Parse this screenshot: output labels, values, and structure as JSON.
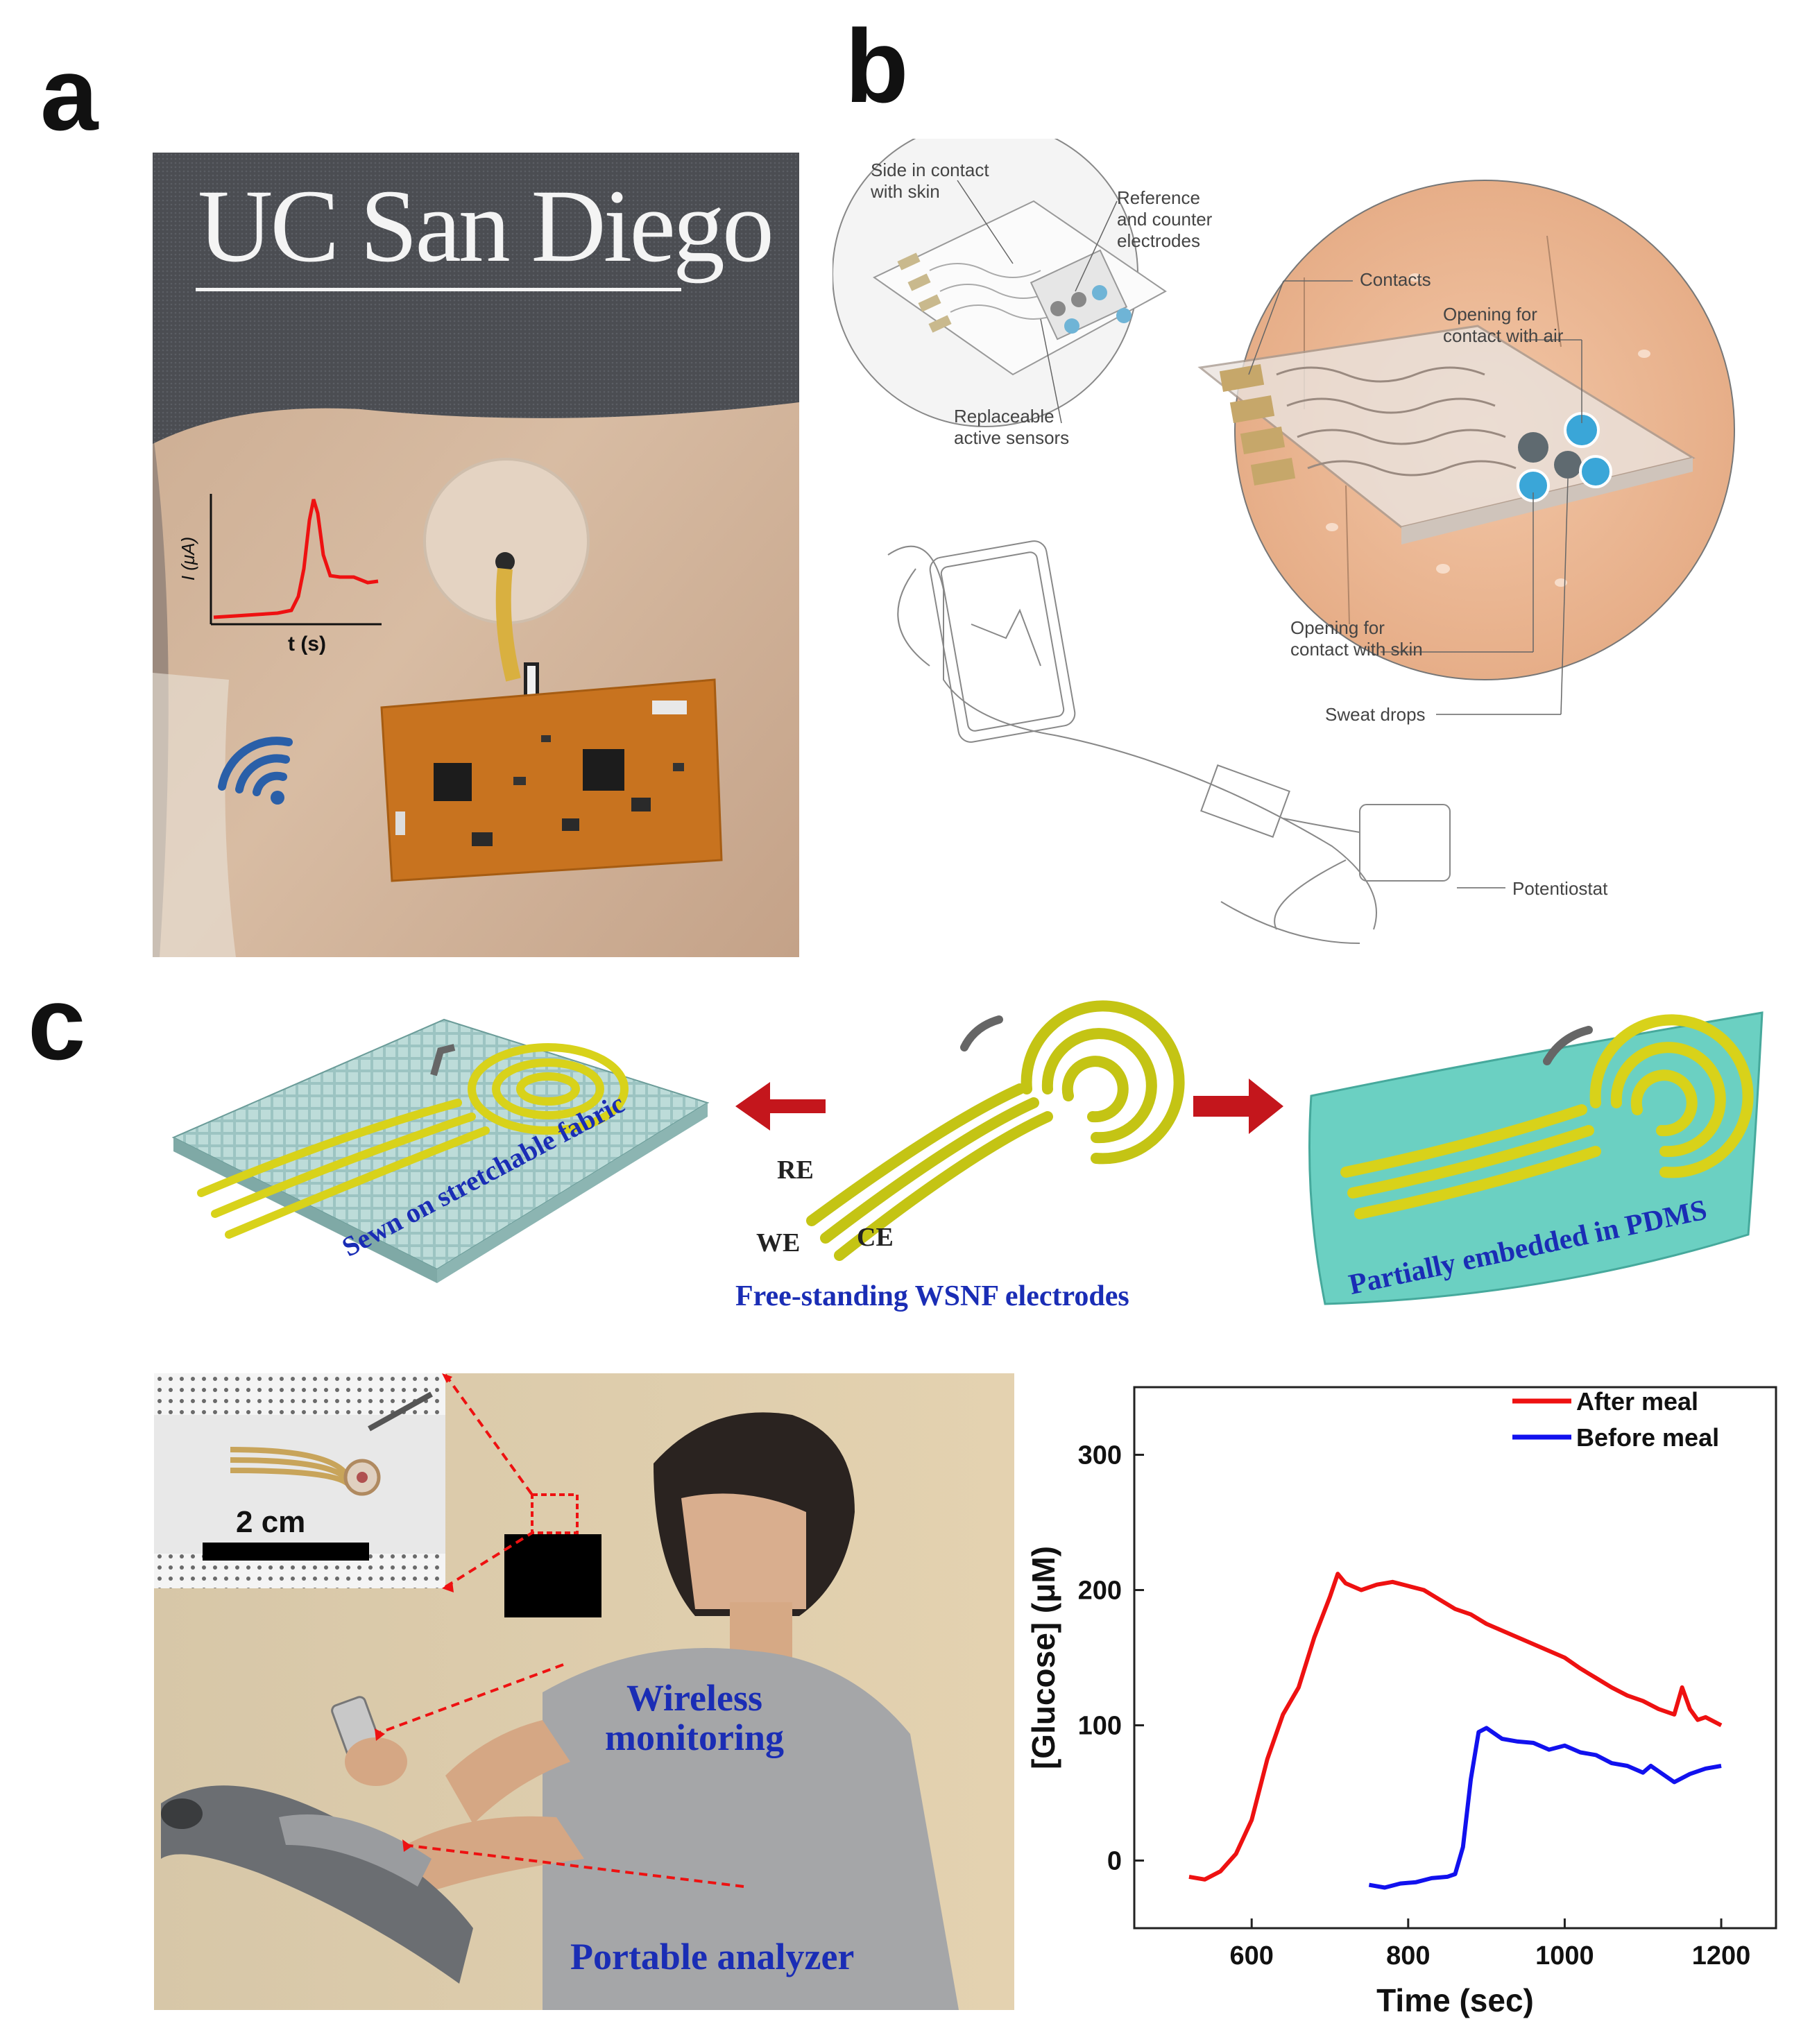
{
  "panel_labels": {
    "a": "a",
    "b": "b",
    "c": "c"
  },
  "panel_a": {
    "logo_text": "UC San Diego",
    "inset_axis_y": "I (μA)",
    "inset_axis_x": "t (s)"
  },
  "panel_b": {
    "callouts": {
      "side_contact": [
        "Side in contact",
        "with skin"
      ],
      "ref_counter": [
        "Reference",
        "and counter",
        "electrodes"
      ],
      "replaceable": [
        "Replaceable",
        "active sensors"
      ],
      "contacts": "Contacts",
      "opening_air": [
        "Opening for",
        "contact with air"
      ],
      "opening_skin": [
        "Opening for",
        "contact with skin"
      ],
      "sweat_drops": "Sweat drops",
      "potentiostat": "Potentiostat"
    }
  },
  "panel_c": {
    "fabric_label": "Sewn on stretchable fabric",
    "pdms_label": "Partially embedded in PDMS",
    "free_standing_label": "Free-standing WSNF electrodes",
    "electrode_labels": {
      "re": "RE",
      "we": "WE",
      "ce": "CE"
    },
    "photo": {
      "scale_bar": "2 cm",
      "wireless": [
        "Wireless",
        "monitoring"
      ],
      "analyzer": "Portable analyzer"
    }
  },
  "chart_data": {
    "type": "line",
    "xlabel": "Time (sec)",
    "ylabel": "[Glucose] (μM)",
    "xlim": [
      450,
      1270
    ],
    "ylim": [
      -50,
      350
    ],
    "xticks": [
      600,
      800,
      1000,
      1200
    ],
    "yticks": [
      0,
      100,
      200,
      300
    ],
    "legend_position": "top-right",
    "series": [
      {
        "name": "After meal",
        "color": "#ee1111",
        "x": [
          520,
          540,
          560,
          580,
          600,
          620,
          640,
          660,
          680,
          700,
          710,
          720,
          740,
          760,
          780,
          800,
          820,
          840,
          860,
          880,
          900,
          920,
          940,
          960,
          980,
          1000,
          1020,
          1040,
          1060,
          1080,
          1100,
          1120,
          1140,
          1150,
          1160,
          1170,
          1180,
          1200
        ],
        "y": [
          -12,
          -14,
          -8,
          5,
          30,
          75,
          108,
          128,
          165,
          195,
          212,
          205,
          200,
          204,
          206,
          203,
          200,
          193,
          186,
          182,
          175,
          170,
          165,
          160,
          155,
          150,
          142,
          135,
          128,
          122,
          118,
          112,
          108,
          128,
          112,
          104,
          106,
          100
        ]
      },
      {
        "name": "Before meal",
        "color": "#1111ee",
        "x": [
          750,
          770,
          790,
          810,
          830,
          850,
          860,
          870,
          875,
          880,
          890,
          900,
          920,
          940,
          960,
          980,
          1000,
          1020,
          1040,
          1060,
          1080,
          1100,
          1110,
          1120,
          1140,
          1160,
          1180,
          1200
        ],
        "y": [
          -18,
          -20,
          -17,
          -16,
          -13,
          -12,
          -10,
          10,
          35,
          60,
          95,
          98,
          90,
          88,
          87,
          82,
          85,
          80,
          78,
          72,
          70,
          65,
          70,
          66,
          58,
          64,
          68,
          70
        ]
      }
    ]
  }
}
